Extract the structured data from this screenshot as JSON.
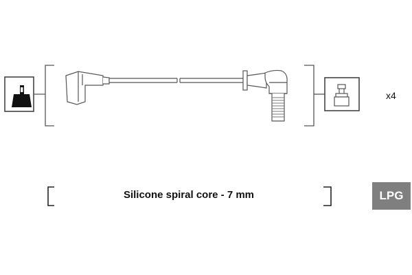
{
  "quantity": "x4",
  "core_description": "Silicone spiral core - 7 mm",
  "fuel_badge": "LPG",
  "icons": {
    "left_terminal": "ignition-coil-connector-icon",
    "right_terminal": "spark-plug-connector-icon"
  },
  "colors": {
    "line": "#555555",
    "badge_bg": "#7f7f7f",
    "badge_text": "#ffffff"
  }
}
